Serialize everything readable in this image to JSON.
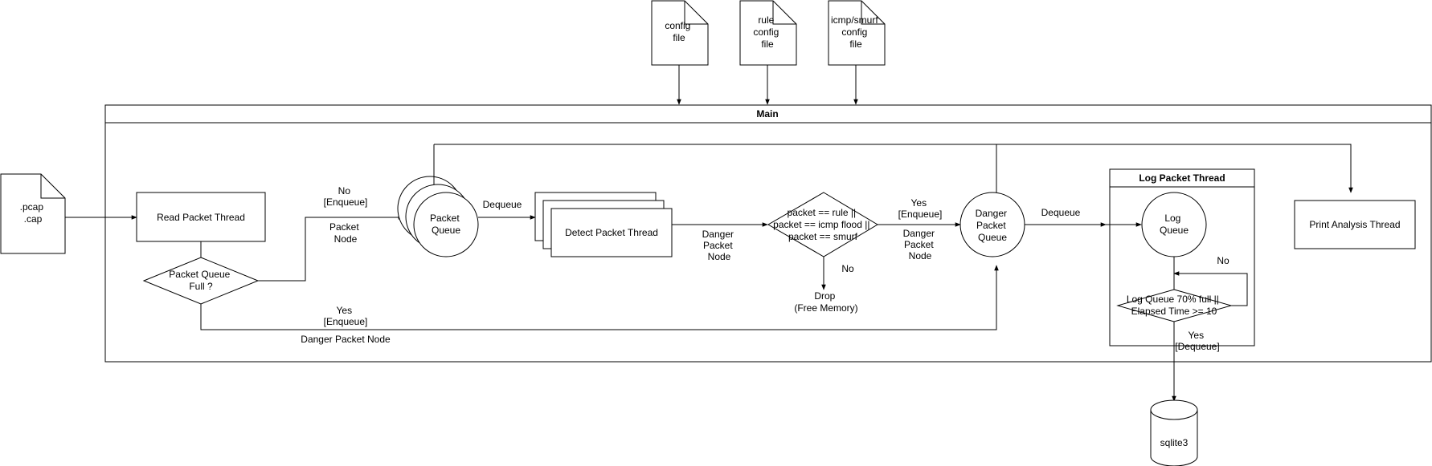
{
  "files": {
    "pcap": [
      ".pcap",
      ".cap"
    ],
    "config": [
      "config",
      "file"
    ],
    "rule_config": [
      "rule",
      "config",
      "file"
    ],
    "icmp_smurf_config": [
      "icmp/smurf",
      "config",
      "file"
    ]
  },
  "main": {
    "title": "Main"
  },
  "read_thread": {
    "label": "Read Packet Thread"
  },
  "queue_full_decision": {
    "lines": [
      "Packet Queue",
      "Full ?"
    ]
  },
  "packet_queue": {
    "lines": [
      "Packet",
      "Queue"
    ]
  },
  "detect_thread": {
    "label": "Detect Packet Thread"
  },
  "rule_decision": {
    "lines": [
      "packet == rule ||",
      "packet == icmp flood ||",
      "packet == smurf"
    ]
  },
  "drop": {
    "lines": [
      "Drop",
      "(Free Memory)"
    ]
  },
  "danger_queue": {
    "lines": [
      "Danger",
      "Packet",
      "Queue"
    ]
  },
  "log_thread": {
    "title": "Log Packet Thread",
    "log_queue": [
      "Log",
      "Queue"
    ],
    "decision": [
      "Log Queue 70% full ||",
      "Elapsed Time >= 10"
    ]
  },
  "print_thread": {
    "label": "Print Analysis Thread"
  },
  "database": {
    "label": "sqlite3"
  },
  "edge_labels": {
    "no_enqueue": [
      "No",
      "[Enqueue]"
    ],
    "packet_node": [
      "Packet",
      "Node"
    ],
    "yes_enqueue_bottom": [
      "Yes",
      "[Enqueue]"
    ],
    "danger_packet_node_bottom": "Danger Packet Node",
    "dequeue_1": "Dequeue",
    "danger_packet_node_mid": [
      "Danger",
      "Packet",
      "Node"
    ],
    "no_drop": "No",
    "yes_enqueue_right": [
      "Yes",
      "[Enqueue]"
    ],
    "danger_packet_node_right": [
      "Danger",
      "Packet",
      "Node"
    ],
    "dequeue_2": "Dequeue",
    "no_loop": "No",
    "yes_dequeue": [
      "Yes",
      "[Dequeue]"
    ]
  }
}
